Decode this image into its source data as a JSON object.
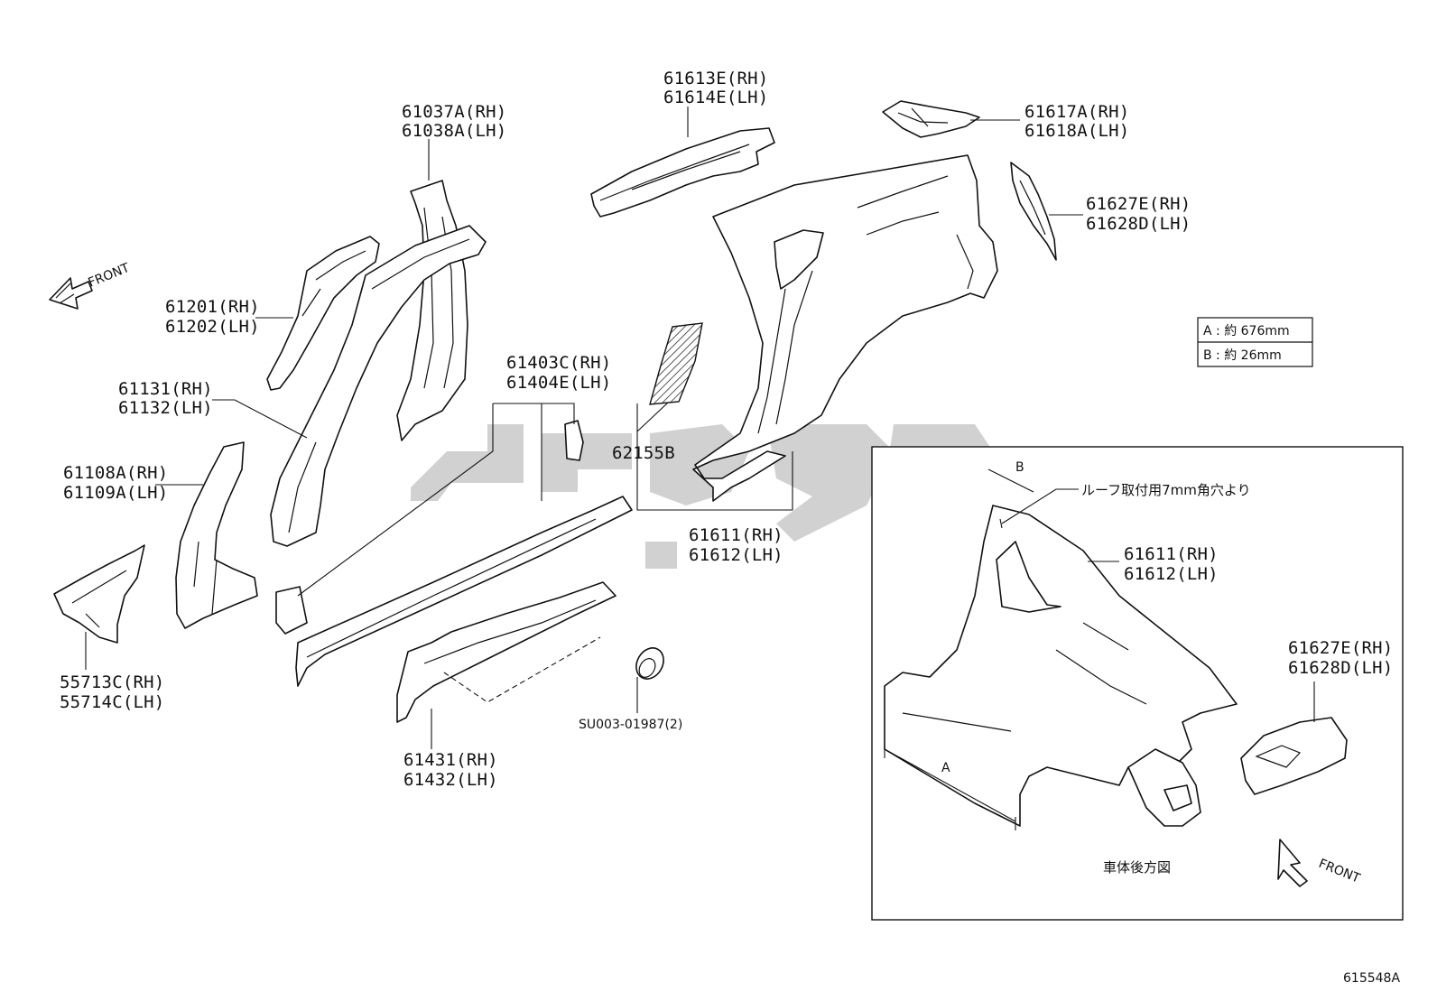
{
  "parts": {
    "p61613": {
      "rh": "61613E(RH)",
      "lh": "61614E(LH)"
    },
    "p61037": {
      "rh": "61037A(RH)",
      "lh": "61038A(LH)"
    },
    "p61617": {
      "rh": "61617A(RH)",
      "lh": "61618A(LH)"
    },
    "p61627": {
      "rh": "61627E(RH)",
      "lh": "61628D(LH)"
    },
    "p61201": {
      "rh": "61201(RH)",
      "lh": "61202(LH)"
    },
    "p61131": {
      "rh": "61131(RH)",
      "lh": "61132(LH)"
    },
    "p61403": {
      "rh": "61403C(RH)",
      "lh": "61404E(LH)"
    },
    "p61108": {
      "rh": "61108A(RH)",
      "lh": "61109A(LH)"
    },
    "p62155": {
      "code": "62155B"
    },
    "p61611": {
      "rh": "61611(RH)",
      "lh": "61612(LH)"
    },
    "p55713": {
      "rh": "55713C(RH)",
      "lh": "55714C(LH)"
    },
    "pSU003": {
      "code": "SU003-01987(2)"
    },
    "p61431": {
      "rh": "61431(RH)",
      "lh": "61432(LH)"
    }
  },
  "front_label": "FRONT",
  "dimensions": {
    "a": "A : 約 676mm",
    "b": "B : 約 26mm"
  },
  "detail": {
    "caption": "車体後方図",
    "note": "ルーフ取付用7mm角穴より",
    "a_marker": "A",
    "b_marker": "B",
    "p61611": {
      "rh": "61611(RH)",
      "lh": "61612(LH)"
    },
    "p61627": {
      "rh": "61627E(RH)",
      "lh": "61628D(LH)"
    },
    "front_label": "FRONT"
  },
  "figure_code": "615548A"
}
